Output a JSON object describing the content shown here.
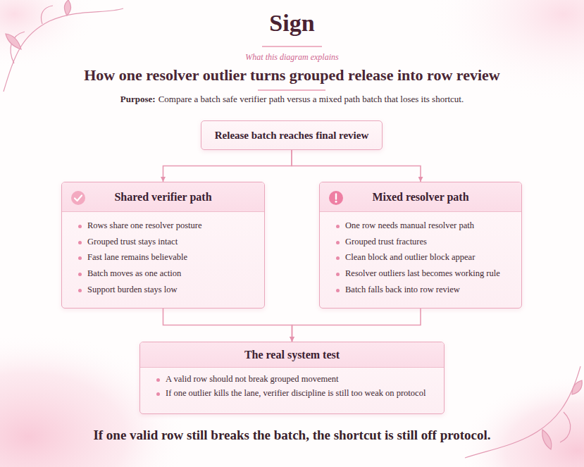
{
  "diagram": {
    "title": "Sign",
    "caption": "If one valid row still breaks the batch, the shortcut is still off protocol.",
    "nodes": [
      {
        "text": [
          "Release batch reaches final review"
        ]
      },
      {
        "text": [
          "Shared verifier path",
          "Rows share one resolver posture",
          "Grouped trust stays intact",
          "Fast lane remains believable",
          "Batch moves as one action",
          "Support burden stays low"
        ]
      },
      {
        "text": [
          "Mixed resolver path",
          "One row needs manual resolver path",
          "Grouped trust fractures",
          "Clean block and outlier block appear",
          "Resolver outliers last becomes working rule",
          "Batch falls back into row review"
        ]
      },
      {
        "text": [
          "The real system test",
          "A valid row should not break grouped movement",
          "If one outlier kills the lane, verifier discipline is still too weak on protocol"
        ]
      }
    ],
    "edges": [
      {
        "from": 0,
        "to": 1,
        "arrow": "to"
      },
      {
        "from": 0,
        "to": 2,
        "arrow": "to"
      },
      {
        "from": 1,
        "to": 3,
        "arrow": "to"
      },
      {
        "from": 2,
        "to": 3,
        "arrow": "to"
      }
    ],
    "labels": [
      "What this diagram explains",
      "How one resolver outlier turns grouped release into row review",
      "Purpose:",
      "Compare a batch safe verifier path versus a mixed path batch that loses its shortcut."
    ]
  }
}
